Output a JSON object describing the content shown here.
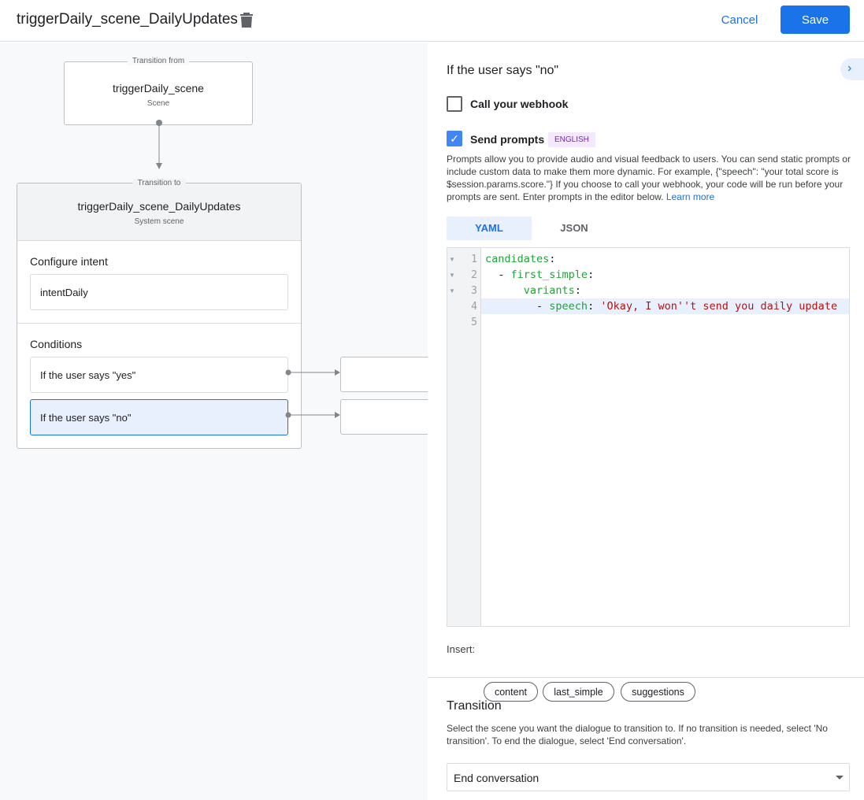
{
  "header": {
    "title": "triggerDaily_scene_DailyUpdates",
    "cancel": "Cancel",
    "save": "Save"
  },
  "canvas": {
    "from": {
      "label": "Transition from",
      "name": "triggerDaily_scene",
      "type": "Scene"
    },
    "to": {
      "label": "Transition to",
      "name": "triggerDaily_scene_DailyUpdates",
      "type": "System scene"
    },
    "intent_heading": "Configure intent",
    "intent": "intentDaily",
    "conditions_heading": "Conditions",
    "conditions": [
      "If the user says \"yes\"",
      "If the user says \"no\""
    ]
  },
  "panel": {
    "heading": "If the user says \"no\"",
    "webhook": {
      "label": "Call your webhook",
      "checked": false
    },
    "prompts": {
      "label": "Send prompts",
      "checked": true,
      "badge": "ENGLISH"
    },
    "description": "Prompts allow you to provide audio and visual feedback to users. You can send static prompts or include custom data to make them more dynamic. For example, {\"speech\": \"your total score is $session.params.score.\"} If you choose to call your webhook, your code will be run before your prompts are sent. Enter prompts in the editor below.",
    "learn_more": "Learn more",
    "tabs": [
      "YAML",
      "JSON"
    ],
    "active_tab": "YAML",
    "code": {
      "line_numbers": [
        "1",
        "2",
        "3",
        "4",
        "5"
      ],
      "l1": "candidates",
      "l2a": "  - ",
      "l2": "first_simple",
      "l3": "      variants",
      "l4a": "        - ",
      "l4": "speech",
      "l4v": "'Okay, I won''t send you daily update",
      "colon": ":"
    },
    "insert_label": "Insert:",
    "insert_chips": [
      "content",
      "last_simple",
      "suggestions"
    ],
    "transition": {
      "heading": "Transition",
      "description": "Select the scene you want the dialogue to transition to. If no transition is needed, select 'No transition'. To end the dialogue, select 'End conversation'.",
      "selected": "End conversation"
    }
  },
  "colors": {
    "accent": "#1a73e8",
    "selected": "#e8f0fe",
    "badge_bg": "#f3e8fd",
    "badge_text": "#7627bb"
  }
}
